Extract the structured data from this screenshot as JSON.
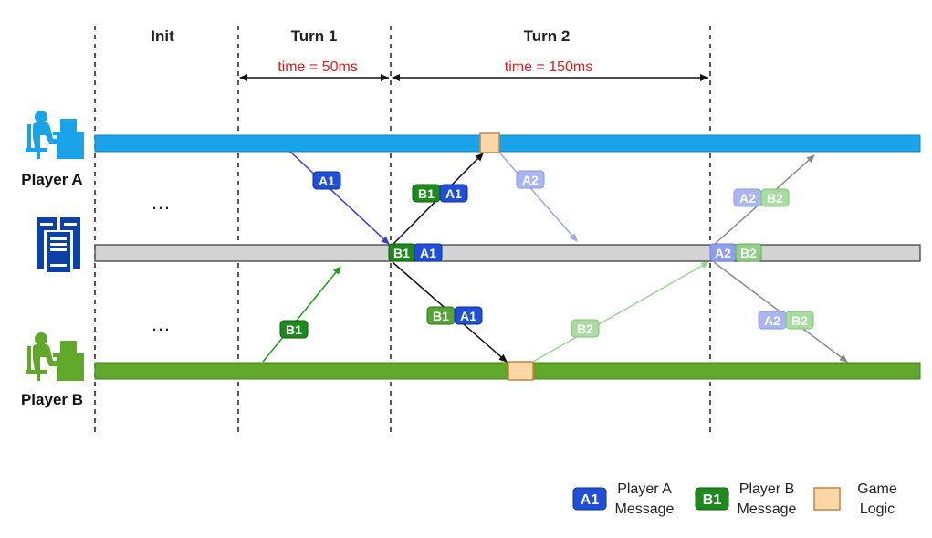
{
  "header": {
    "phases": [
      "Init",
      "Turn 1",
      "Turn 2"
    ],
    "turn1_duration": "time = 50ms",
    "turn2_duration": "time = 150ms"
  },
  "lanes": {
    "player_a": "Player A",
    "player_b": "Player B",
    "ellipsis": "…"
  },
  "messages": {
    "a1": "A1",
    "b1": "B1",
    "a2": "A2",
    "b2": "B2"
  },
  "legend": {
    "player_a_msg": {
      "badge": "A1",
      "line1": "Player A",
      "line2": "Message"
    },
    "player_b_msg": {
      "badge": "B1",
      "line1": "Player B",
      "line2": "Message"
    },
    "game_logic": {
      "line1": "Game",
      "line2": "Logic"
    }
  },
  "colors": {
    "player_a_lane": "#1aa3e8",
    "server_lane": "#d3d3d3",
    "player_b_lane": "#5fa82a",
    "a_message": "#1f4fd8",
    "b_message": "#1e8a1e",
    "game_logic": "#fbd7a8",
    "duration_text": "#d62020"
  },
  "icons": {
    "player_a": "person-at-computer-icon",
    "server": "server-icon",
    "player_b": "person-at-computer-icon"
  }
}
